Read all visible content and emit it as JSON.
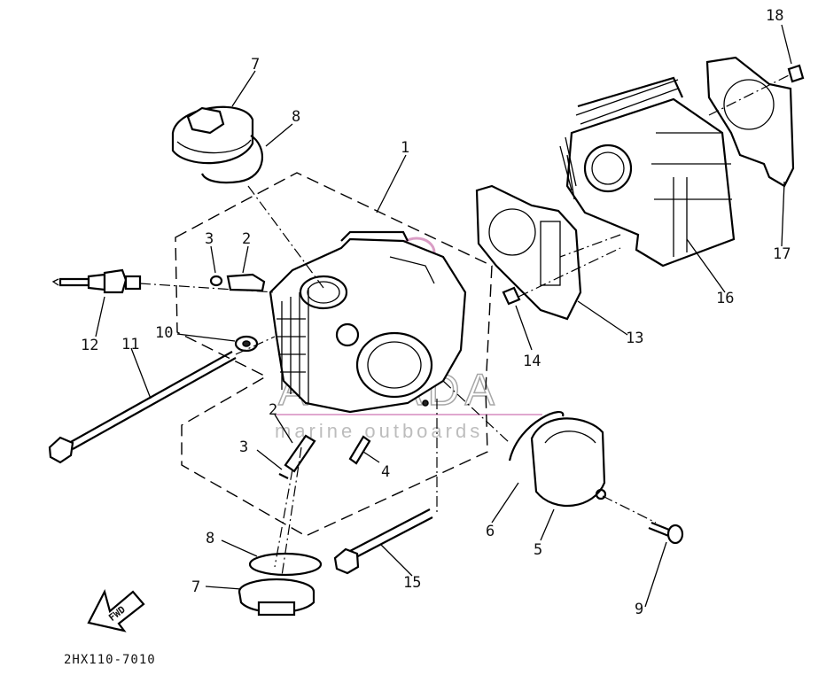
{
  "diagram": {
    "part_code": "2HX110-7010",
    "watermark": {
      "brand": "ARMADA",
      "tagline": "marine outboards"
    },
    "fwd_arrow_label": "FWD",
    "callouts": {
      "c1": "1",
      "c2a": "2",
      "c2b": "2",
      "c3a": "3",
      "c3b": "3",
      "c4": "4",
      "c5": "5",
      "c6": "6",
      "c7a": "7",
      "c7b": "7",
      "c8a": "8",
      "c8b": "8",
      "c9": "9",
      "c10": "10",
      "c11": "11",
      "c12": "12",
      "c13": "13",
      "c14": "14",
      "c15": "15",
      "c16": "16",
      "c17": "17",
      "c18": "18"
    }
  }
}
